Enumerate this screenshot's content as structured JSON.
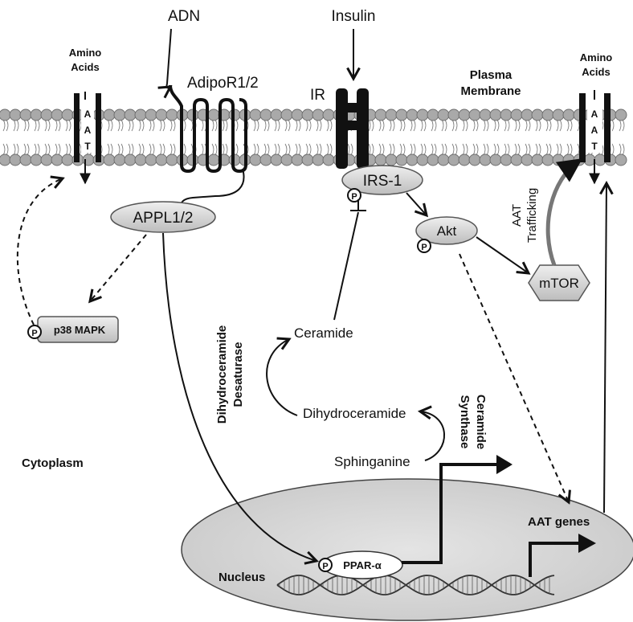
{
  "labels": {
    "adn": "ADN",
    "insulin": "Insulin",
    "amino_acids_left": "Amino\nAcids",
    "amino_acids_right": "Amino\nAcids",
    "adipor": "AdipoR1/2",
    "ir": "IR",
    "plasma_membrane": "Plasma\nMembrane",
    "appl": "APPL1/2",
    "irs1": "IRS-1",
    "akt": "Akt",
    "mtor": "mTOR",
    "aat_trafficking": "AAT\nTrafficking",
    "p38": "p38 MAPK",
    "ceramide": "Ceramide",
    "dihydroceramide": "Dihydroceramide",
    "sphinganine": "Sphinganine",
    "dihydroceramide_desaturase": "Dihydroceramide\nDesaturase",
    "ceramide_synthase": "Ceramide\nSynthase",
    "cytoplasm": "Cytoplasm",
    "nucleus": "Nucleus",
    "ppar": "PPAR-α",
    "aat_genes": "AAT genes",
    "phospho": "P",
    "aat_letters": [
      "A",
      "A",
      "T"
    ]
  },
  "colors": {
    "membrane_bead": "#a9a9a9",
    "protein_fill": "#d4d4d4",
    "nucleus_fill": "#d9d9d9",
    "receptor": "#111111"
  }
}
